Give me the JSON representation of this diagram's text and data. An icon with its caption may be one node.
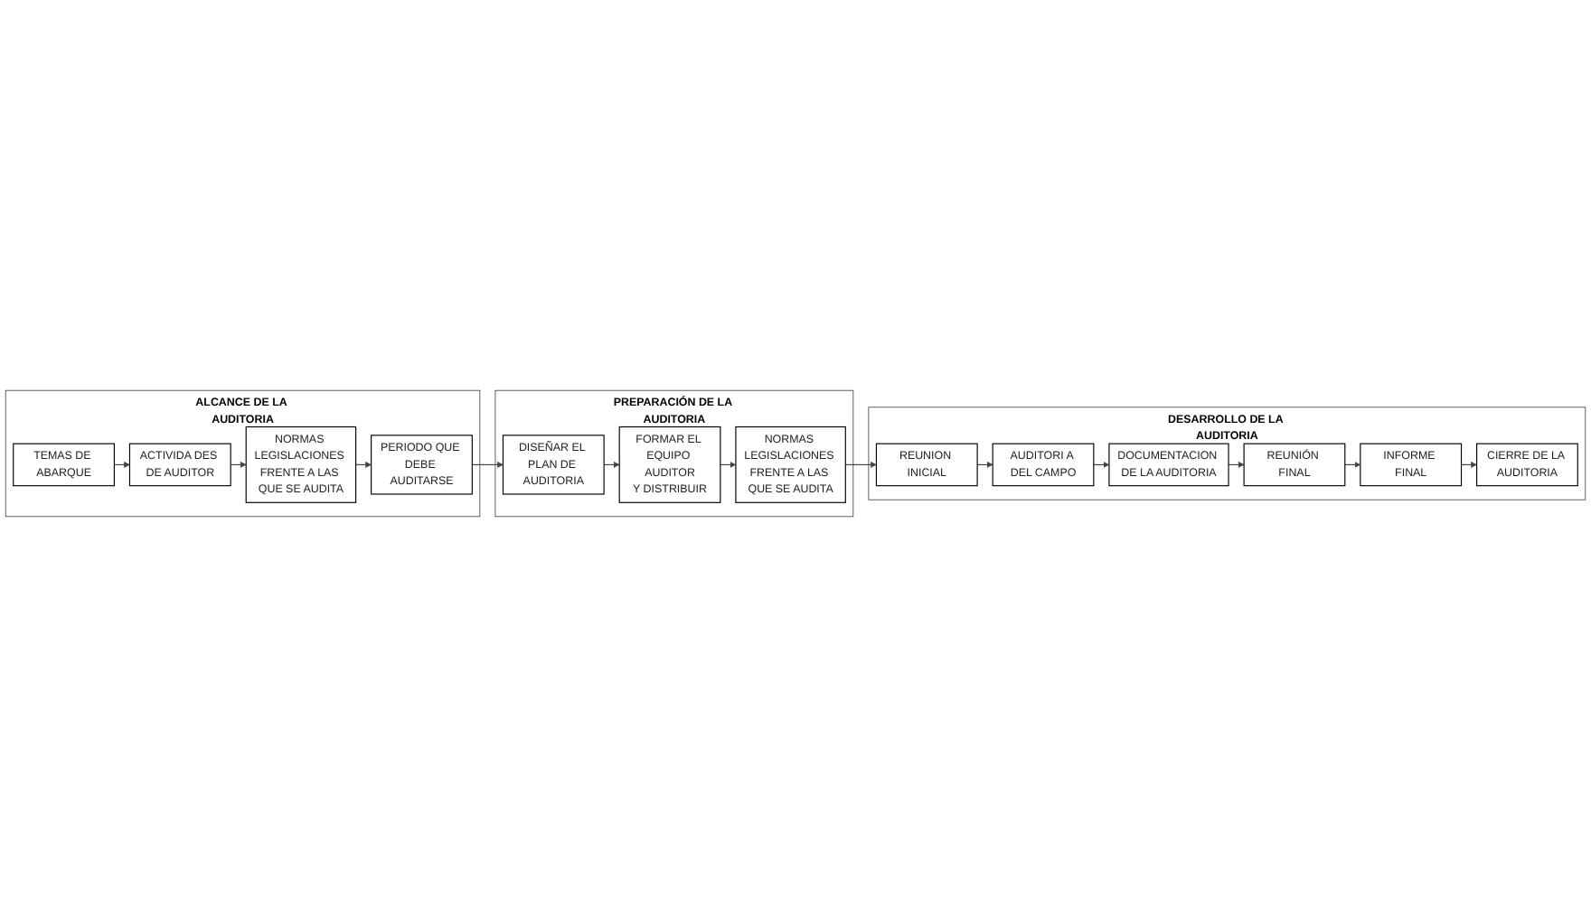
{
  "diagram": {
    "nodes": [
      {
        "text": [
          "ALCANCE DE LA AUDITORIA"
        ]
      },
      {
        "text": [
          "TEMAS DE ABARQUE"
        ],
        "in": 0
      },
      {
        "text": [
          "ACTIVIDA DES DE AUDITOR"
        ],
        "in": 0
      },
      {
        "text": [
          "NORMAS LEGISLACIONES FRENTE A LAS QUE SE AUDITA"
        ],
        "in": 0
      },
      {
        "text": [
          "PERIODO QUE DEBE AUDITARSE"
        ],
        "in": 0
      },
      {
        "text": [
          "PREPARACIÓN DE LA AUDITORIA"
        ]
      },
      {
        "text": [
          "DISEÑAR EL PLAN DE AUDITORIA"
        ],
        "in": 5
      },
      {
        "text": [
          "FORMAR EL EQUIPO AUDITOR",
          "Y DISTRIBUIR"
        ],
        "in": 5
      },
      {
        "text": [
          "NORMAS LEGISLACIONES FRENTE A LAS QUE SE AUDITA"
        ],
        "in": 5
      },
      {
        "text": [
          "DESARROLLO DE LA AUDITORIA"
        ]
      },
      {
        "text": [
          "REUNION INICIAL"
        ],
        "in": 9
      },
      {
        "text": [
          "AUDITORI A DEL CAMPO"
        ],
        "in": 9
      },
      {
        "text": [
          "DOCUMENTACION DE LA AUDITORIA"
        ],
        "in": 9
      },
      {
        "text": [
          "REUNIÓN FINAL"
        ],
        "in": 9
      },
      {
        "text": [
          "INFORME FINAL"
        ],
        "in": 9
      },
      {
        "text": [
          "CIERRE DE LA AUDITORIA"
        ],
        "in": 9
      }
    ],
    "edges": [
      {
        "from": 1,
        "to": 2,
        "arrow": "to"
      },
      {
        "from": 2,
        "to": 3,
        "arrow": "to"
      },
      {
        "from": 3,
        "to": 4,
        "arrow": "to"
      },
      {
        "from": 4,
        "to": 6,
        "arrow": "to"
      },
      {
        "from": 6,
        "to": 7,
        "arrow": "to"
      },
      {
        "from": 7,
        "to": 8,
        "arrow": "to"
      },
      {
        "from": 8,
        "to": 10,
        "arrow": "to"
      },
      {
        "from": 10,
        "to": 11,
        "arrow": "to"
      },
      {
        "from": 11,
        "to": 12,
        "arrow": "to"
      },
      {
        "from": 12,
        "to": 13,
        "arrow": "to"
      },
      {
        "from": 13,
        "to": 14,
        "arrow": "to"
      },
      {
        "from": 14,
        "to": 15,
        "arrow": "to"
      }
    ]
  }
}
